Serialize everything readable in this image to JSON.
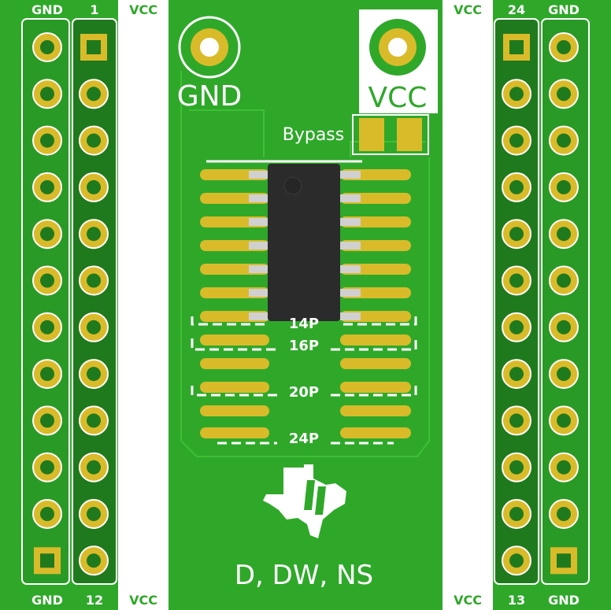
{
  "board": {
    "colors": {
      "solder_mask": "#2fa82a",
      "pcb_dark": "#1f7a1d",
      "copper_trace": "#3fbf36",
      "silkscreen": "#ffffff",
      "pad_gold": "#d9bb2a",
      "ic_body": "#2b2b2b",
      "ic_lead": "#d0d0d0"
    },
    "top_labels": {
      "left_gnd": "GND",
      "pin1": "1",
      "left_vcc": "VCC",
      "right_vcc": "VCC",
      "pin24": "24",
      "right_gnd": "GND"
    },
    "bottom_labels": {
      "left_gnd": "GND",
      "pin12": "12",
      "left_vcc": "VCC",
      "right_vcc": "VCC",
      "pin13": "13",
      "right_gnd": "GND"
    },
    "mount_gnd_label": "GND",
    "mount_vcc_label": "VCC",
    "bypass_label": "Bypass",
    "pin_count_labels": [
      "14P",
      "16P",
      "20P",
      "24P"
    ],
    "package_label": "D, DW, NS",
    "logo_icon": "ti-texas-logo-icon"
  }
}
